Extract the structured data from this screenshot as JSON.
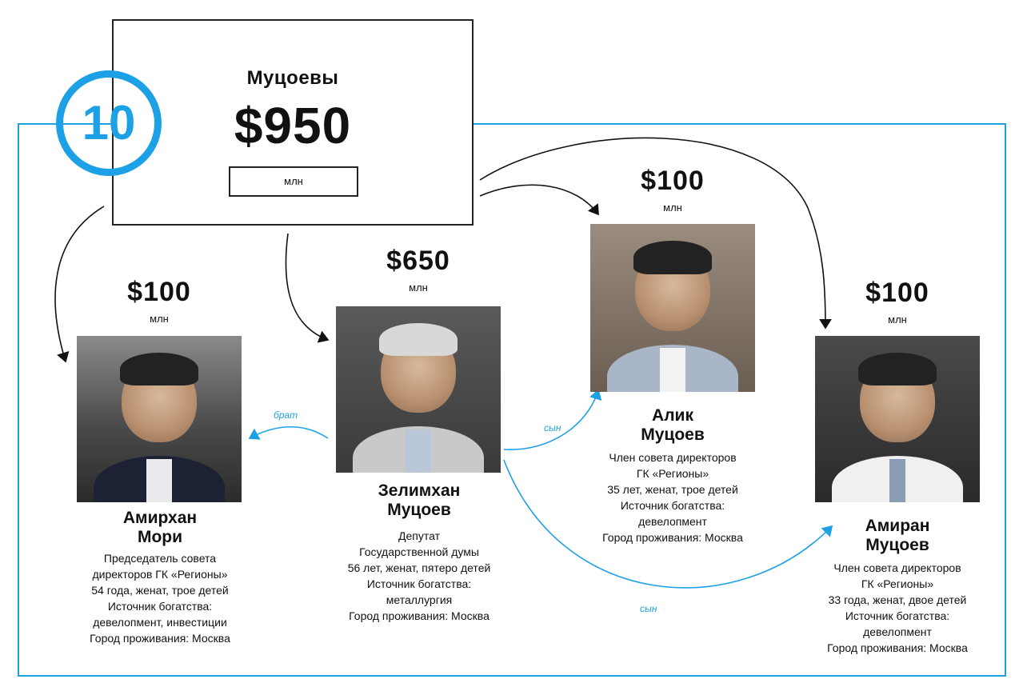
{
  "header": {
    "rank": "10",
    "family_name": "Муцоевы",
    "total_wealth": "$950",
    "total_unit": "млн"
  },
  "people": [
    {
      "amount": "$100",
      "unit": "млн",
      "name_line1": "Амирхан",
      "name_line2": "Мори",
      "desc": [
        "Председатель совета",
        "директоров ГК «Регионы»",
        "54 года, женат, трое детей",
        "Источник богатства:",
        "девелопмент, инвестиции",
        "Город проживания: Москва"
      ]
    },
    {
      "amount": "$650",
      "unit": "млн",
      "name_line1": "Зелимхан",
      "name_line2": "Муцоев",
      "desc": [
        "Депутат",
        "Государственной думы",
        "56 лет, женат, пятеро детей",
        "Источник богатства:",
        "металлургия",
        "Город проживания: Москва"
      ]
    },
    {
      "amount": "$100",
      "unit": "млн",
      "name_line1": "Алик",
      "name_line2": "Муцоев",
      "desc": [
        "Член совета директоров",
        "ГК «Регионы»",
        "35 лет, женат, трое детей",
        "Источник богатства:",
        "девелопмент",
        "Город проживания: Москва"
      ]
    },
    {
      "amount": "$100",
      "unit": "млн",
      "name_line1": "Амиран",
      "name_line2": "Муцоев",
      "desc": [
        "Член совета директоров",
        "ГК «Регионы»",
        "33 года, женат, двое детей",
        "Источник богатства:",
        "девелопмент",
        "Город проживания: Москва"
      ]
    }
  ],
  "relations": {
    "brother": "брат",
    "son_1": "сын",
    "son_2": "сын"
  },
  "colors": {
    "accent": "#1da1e6",
    "ink": "#111111"
  }
}
